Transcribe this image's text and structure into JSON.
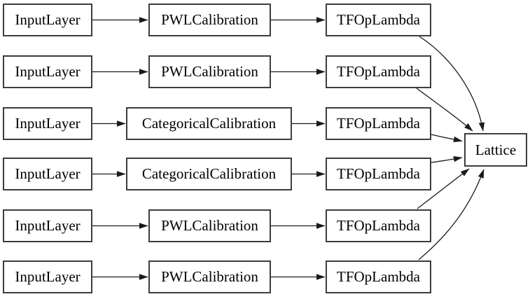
{
  "diagram": {
    "kind": "model-graph",
    "rows": [
      {
        "input": "InputLayer",
        "calibration": "PWLCalibration",
        "op": "TFOpLambda"
      },
      {
        "input": "InputLayer",
        "calibration": "PWLCalibration",
        "op": "TFOpLambda"
      },
      {
        "input": "InputLayer",
        "calibration": "CategoricalCalibration",
        "op": "TFOpLambda"
      },
      {
        "input": "InputLayer",
        "calibration": "CategoricalCalibration",
        "op": "TFOpLambda"
      },
      {
        "input": "InputLayer",
        "calibration": "PWLCalibration",
        "op": "TFOpLambda"
      },
      {
        "input": "InputLayer",
        "calibration": "PWLCalibration",
        "op": "TFOpLambda"
      }
    ],
    "sink": "Lattice",
    "colors": {
      "background": "#ffffff",
      "node_fill": "#ffffff",
      "node_border": "#3d3d3d",
      "edge": "#1a1a1a",
      "text": "#000000"
    }
  }
}
